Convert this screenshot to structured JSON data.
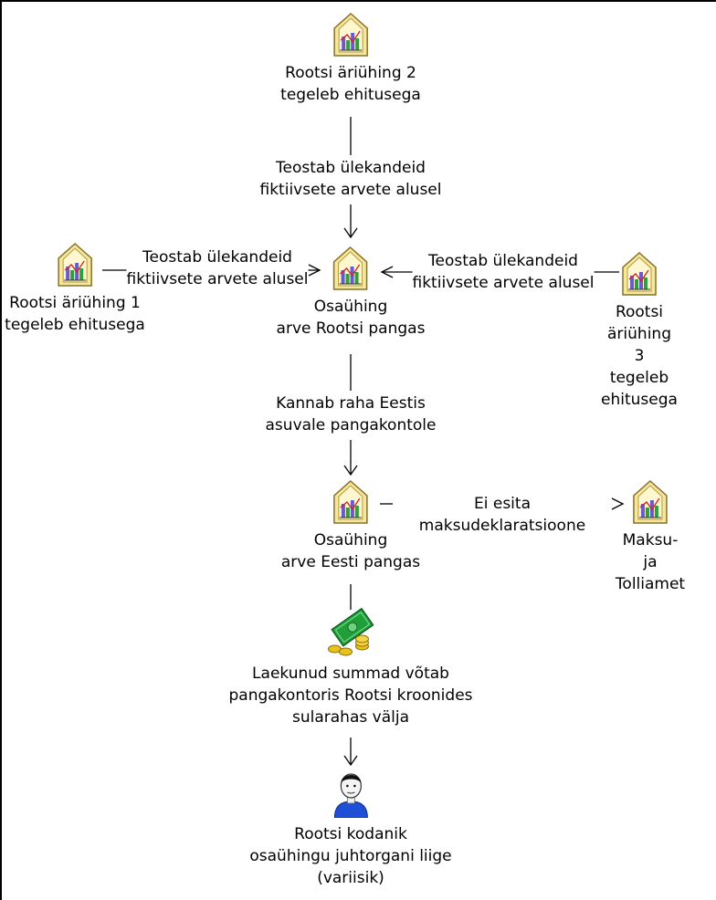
{
  "colors": {
    "house_fill": "#F5E6A0",
    "house_stroke": "#8A7020",
    "bar_purple": "#6A5ACD",
    "bar_green": "#2E9E3E",
    "money_green": "#1F9E3A",
    "coin": "#E8C21A",
    "person_shirt": "#1E4FD6"
  },
  "nodes": {
    "company_2": {
      "label": "Rootsi äriühing 2\ntegeleb ehitusega",
      "icon": "company-icon"
    },
    "company_1": {
      "label": "Rootsi äriühing 1\ntegeleb ehitusega",
      "icon": "company-icon"
    },
    "company_3": {
      "label": "Rootsi äriühing 3\ntegeleb ehitusega",
      "icon": "company-icon"
    },
    "osauhing_sweden": {
      "label": "Osaühing\narve Rootsi pangas",
      "icon": "company-icon"
    },
    "osauhing_estonia": {
      "label": "Osaühing\narve Eesti pangas",
      "icon": "company-icon"
    },
    "tax_board": {
      "label": "Maksu- ja Tolliamet",
      "icon": "company-icon"
    },
    "cash": {
      "label": "Laekunud summad võtab\npangakontoris Rootsi kroonides\nsularahas välja",
      "icon": "money-icon"
    },
    "citizen": {
      "label": "Rootsi kodanik\nosaühingu juhtorgani liige\n(variisik)",
      "icon": "person-icon"
    }
  },
  "edges": {
    "e2": {
      "label": "Teostab ülekandeid\nfiktiivsete arvete alusel"
    },
    "e1": {
      "label": "Teostab ülekandeid\nfiktiivsete arvete alusel"
    },
    "e3": {
      "label": "Teostab ülekandeid\nfiktiivsete arvete alusel"
    },
    "transfer": {
      "label": "Kannab raha Eestis\nasuvale pangakontole"
    },
    "tax": {
      "label": "Ei esita maksudeklaratsioone"
    }
  }
}
